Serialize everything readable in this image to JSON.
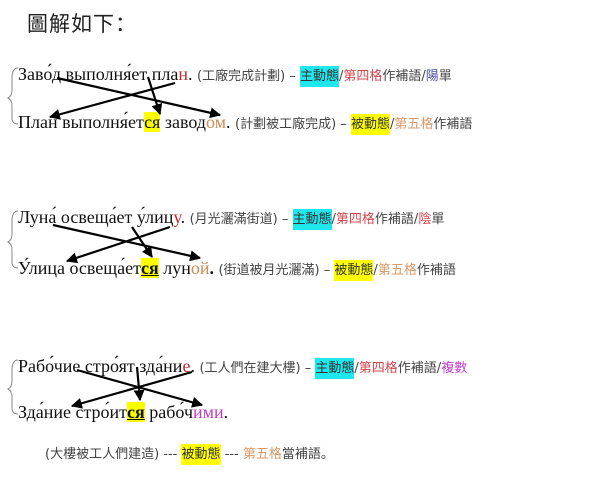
{
  "title": "圖解如下：",
  "blocks": [
    {
      "active": [
        {
          "t": "Заво́д выполня́ет пла",
          "c": "ru"
        },
        {
          "t": "н",
          "c": "ru-red"
        },
        {
          "t": ". ",
          "c": "ru"
        },
        {
          "t": "(工廠完成計劃) – ",
          "c": "zh"
        },
        {
          "t": "主動態",
          "c": "zh-cyan"
        },
        {
          "t": "/",
          "c": "zh"
        },
        {
          "t": "第四格",
          "c": "zh-red"
        },
        {
          "t": "作補語/",
          "c": "zh"
        },
        {
          "t": "陽",
          "c": "zh-blue"
        },
        {
          "t": "單",
          "c": "zh"
        }
      ],
      "passive": [
        {
          "t": "План  выполня́ет",
          "c": "ru"
        },
        {
          "t": "ся",
          "c": "ru-hl"
        },
        {
          "t": " завод",
          "c": "ru"
        },
        {
          "t": "ом",
          "c": "ru-tan"
        },
        {
          "t": ". ",
          "c": "ru"
        },
        {
          "t": "(計劃被工廠完成) – ",
          "c": "zh"
        },
        {
          "t": "被動態",
          "c": "zh-yellow"
        },
        {
          "t": "/",
          "c": "zh"
        },
        {
          "t": "第五格",
          "c": "zh-tan"
        },
        {
          "t": "作補語",
          "c": "zh"
        }
      ]
    },
    {
      "active": [
        {
          "t": "Луна́ освеща́ет у́лиц",
          "c": "ru"
        },
        {
          "t": "у",
          "c": "ru-red"
        },
        {
          "t": ". ",
          "c": "ru"
        },
        {
          "t": "(月光灑滿街道) – ",
          "c": "zh"
        },
        {
          "t": "主動態",
          "c": "zh-cyan"
        },
        {
          "t": "/",
          "c": "zh"
        },
        {
          "t": "第四格",
          "c": "zh-red"
        },
        {
          "t": "作補語/",
          "c": "zh"
        },
        {
          "t": "陰",
          "c": "zh-red"
        },
        {
          "t": "單",
          "c": "zh"
        }
      ],
      "passive": [
        {
          "t": "У́лица освеща́ет",
          "c": "ru"
        },
        {
          "t": "ся",
          "c": "ru-hlb"
        },
        {
          "t": " лун",
          "c": "ru"
        },
        {
          "t": "о́й",
          "c": "ru-tan"
        },
        {
          "t": ". ",
          "c": "ru-b"
        },
        {
          "t": "(街道被月光灑滿) – ",
          "c": "zh"
        },
        {
          "t": "被動態",
          "c": "zh-yellow"
        },
        {
          "t": "/",
          "c": "zh"
        },
        {
          "t": "第五格",
          "c": "zh-tan"
        },
        {
          "t": "作補語",
          "c": "zh"
        }
      ]
    },
    {
      "active": [
        {
          "t": "Рабо́чие стро́ят зда́ни",
          "c": "ru"
        },
        {
          "t": "е",
          "c": "ru-red"
        },
        {
          "t": ". ",
          "c": "ru"
        },
        {
          "t": "(工人們在建大樓) – ",
          "c": "zh"
        },
        {
          "t": "主動態",
          "c": "zh-cyan"
        },
        {
          "t": "/",
          "c": "zh"
        },
        {
          "t": "第四格",
          "c": "zh-red"
        },
        {
          "t": "作補語/",
          "c": "zh"
        },
        {
          "t": "複數",
          "c": "zh-mag"
        }
      ],
      "passive": [
        {
          "t": "Зда́ние стро́ит",
          "c": "ru"
        },
        {
          "t": "ся",
          "c": "ru-hlb"
        },
        {
          "t": " рабо́ч",
          "c": "ru"
        },
        {
          "t": "ими",
          "c": "ru-mag"
        },
        {
          "t": ".",
          "c": "ru"
        }
      ]
    }
  ],
  "note": [
    {
      "t": "(大樓被工人們建造) ---  ",
      "c": "zh"
    },
    {
      "t": "被動態",
      "c": "zh-yellow"
    },
    {
      "t": "  ---  ",
      "c": "zh"
    },
    {
      "t": "第五格",
      "c": "zh-tan"
    },
    {
      "t": "當補語。",
      "c": "zh"
    }
  ]
}
